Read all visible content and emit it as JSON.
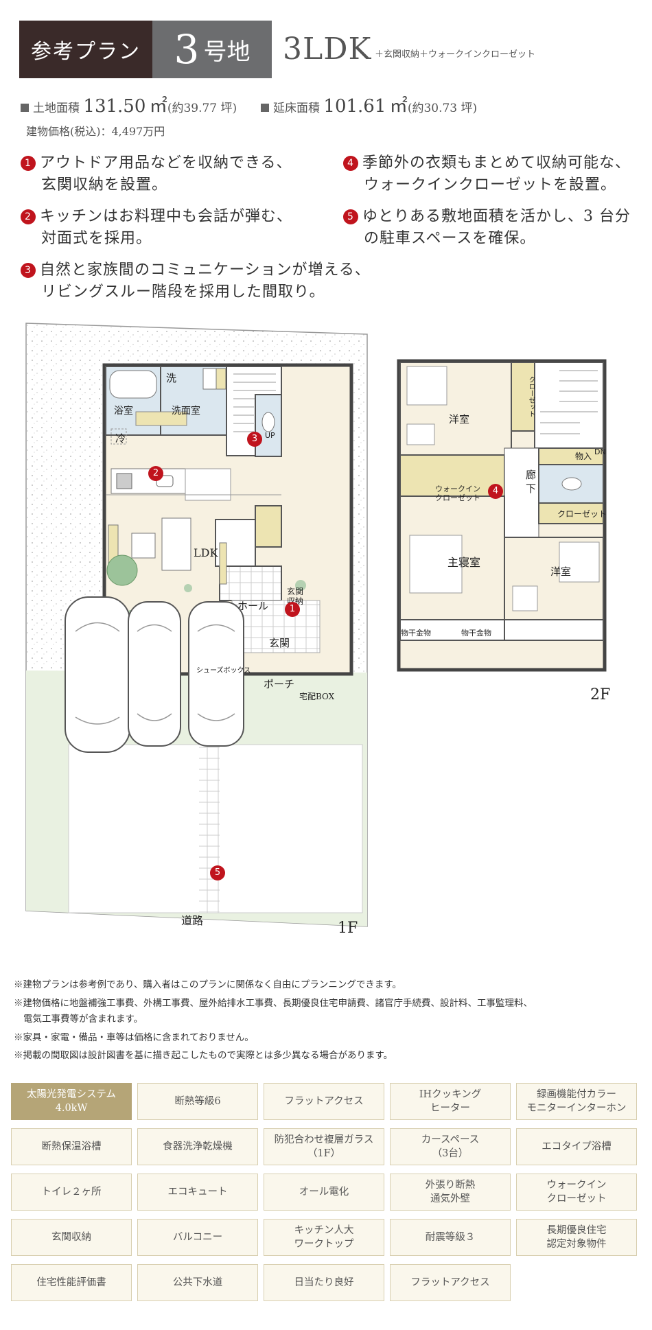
{
  "header": {
    "label": "参考プラン",
    "lot_number": "3",
    "lot_suffix": "号地",
    "plan_type": "3LDK",
    "plan_extras": "＋玄関収納＋ウォークインクローゼット"
  },
  "areas": {
    "land_label": "土地面積",
    "land_value": "131.50",
    "land_unit": "㎡",
    "land_tsubo": "(約39.77 坪)",
    "floor_label": "延床面積",
    "floor_value": "101.61",
    "floor_unit": "㎡",
    "floor_tsubo": "(約30.73 坪)"
  },
  "price": "建物価格(税込)：4,497万円",
  "features": [
    {
      "num": "1",
      "line1": "アウトドア用品などを収納できる、",
      "line2": "玄関収納を設置。"
    },
    {
      "num": "2",
      "line1": "キッチンはお料理中も会話が弾む、",
      "line2": "対面式を採用。"
    },
    {
      "num": "3",
      "line1": "自然と家族間のコミュニケーションが増える、",
      "line2": "リビングスルー階段を採用した間取り。"
    },
    {
      "num": "4",
      "line1": "季節外の衣類もまとめて収納可能な、",
      "line2": "ウォークインクローゼットを設置。"
    },
    {
      "num": "5",
      "line1": "ゆとりある敷地面積を活かし、3 台分",
      "line2": "の駐車スペースを確保。"
    }
  ],
  "plan1f": {
    "bath": "浴室",
    "washroom": "洗面室",
    "wash": "洗",
    "fridge": "冷",
    "up": "UP",
    "ldk": "LDK",
    "hall": "ホール",
    "entry_storage": "玄関\n収納",
    "entrance": "玄関",
    "shoe_box": "シューズボックス",
    "porch": "ポーチ",
    "delivery_box": "宅配BOX",
    "road": "道路",
    "floor_label": "1F",
    "markers": [
      "1",
      "2",
      "3",
      "5"
    ]
  },
  "plan2f": {
    "western1": "洋室",
    "closet1": "クローゼット",
    "dn": "DN",
    "wic": "ウォークイン\nクローゼット",
    "hallway": "廊\n下",
    "storage": "物入",
    "closet2": "クローゼット",
    "master": "主寝室",
    "western2": "洋室",
    "drying1": "物干金物",
    "drying2": "物干金物",
    "floor_label": "2F",
    "marker": "4"
  },
  "notes": [
    "※建物プランは参考例であり、購入者はこのプランに関係なく自由にプランニングできます。",
    "※建物価格に地盤補強工事費、外構工事費、屋外給排水工事費、長期優良住宅申請費、諸官庁手続費、設計料、工事監理料、",
    "電気工事費等が含まれます。",
    "※家具・家電・備品・車等は価格に含まれておりません。",
    "※掲載の間取図は設計図書を基に描き起こしたもので実際とは多少異なる場合があります。"
  ],
  "amenities": [
    {
      "label": "太陽光発電システム\n4.0kW",
      "active": true
    },
    {
      "label": "断熱等級6"
    },
    {
      "label": "フラットアクセス"
    },
    {
      "label": "IHクッキング\nヒーター"
    },
    {
      "label": "録画機能付カラー\nモニターインターホン"
    },
    {
      "label": "断熱保温浴槽"
    },
    {
      "label": "食器洗浄乾燥機"
    },
    {
      "label": "防犯合わせ複層ガラス\n（1F）"
    },
    {
      "label": "カースペース\n（3台）"
    },
    {
      "label": "エコタイプ浴槽"
    },
    {
      "label": "トイレ２ヶ所"
    },
    {
      "label": "エコキュート"
    },
    {
      "label": "オール電化"
    },
    {
      "label": "外張り断熱\n通気外壁"
    },
    {
      "label": "ウォークイン\nクローゼット"
    },
    {
      "label": "玄関収納"
    },
    {
      "label": "バルコニー"
    },
    {
      "label": "キッチン人大\nワークトップ"
    },
    {
      "label": "耐震等級３"
    },
    {
      "label": "長期優良住宅\n認定対象物件"
    },
    {
      "label": "住宅性能評価書"
    },
    {
      "label": "公共下水道"
    },
    {
      "label": "日当たり良好"
    },
    {
      "label": "フラットアクセス"
    }
  ],
  "colors": {
    "header_dark": "#3a2a29",
    "header_gray": "#6c6d6f",
    "marker_red": "#c0141d",
    "floor_fill": "#f7f1e1",
    "closet_fill": "#ede4b2",
    "wet_fill": "#dbe7ef",
    "lawn": "#e9f1e1",
    "amenity_bg": "#faf7ec",
    "amenity_active": "#b5a577"
  }
}
